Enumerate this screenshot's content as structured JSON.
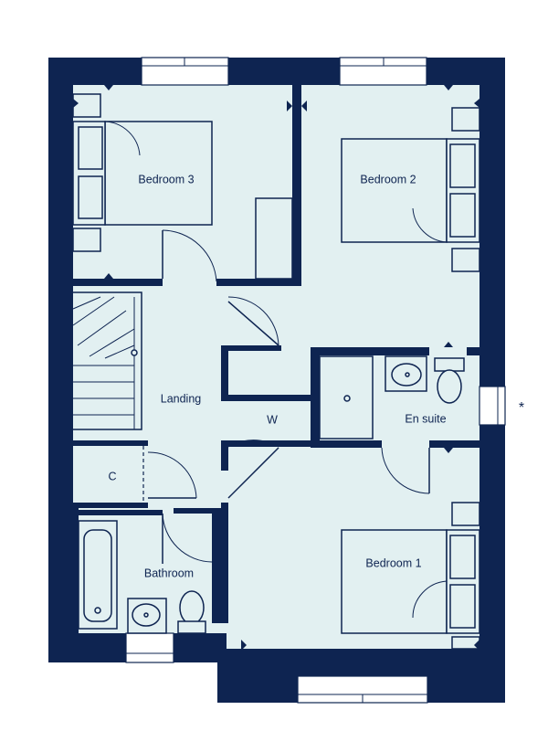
{
  "rooms": {
    "bedroom3": "Bedroom 3",
    "bedroom2": "Bedroom 2",
    "landing": "Landing",
    "wardrobe": "W",
    "en_suite": "En suite",
    "cupboard": "C",
    "bathroom": "Bathroom",
    "bedroom1": "Bedroom 1"
  },
  "footnote_marker": "*",
  "colors": {
    "wall": "#0e2451",
    "floor": "#e2f0f1",
    "window": "#ffffff"
  }
}
